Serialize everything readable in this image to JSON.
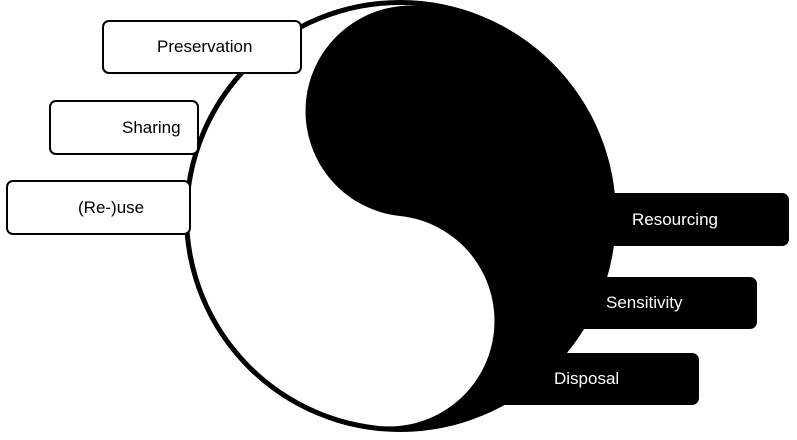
{
  "diagram": {
    "type": "yin-yang",
    "colors": {
      "dark": "#000000",
      "light": "#ffffff"
    },
    "left_labels": [
      {
        "label": "Preservation"
      },
      {
        "label": "Sharing"
      },
      {
        "label": "(Re-)use"
      }
    ],
    "right_labels": [
      {
        "label": "Resourcing"
      },
      {
        "label": "Sensitivity"
      },
      {
        "label": "Disposal"
      }
    ]
  }
}
